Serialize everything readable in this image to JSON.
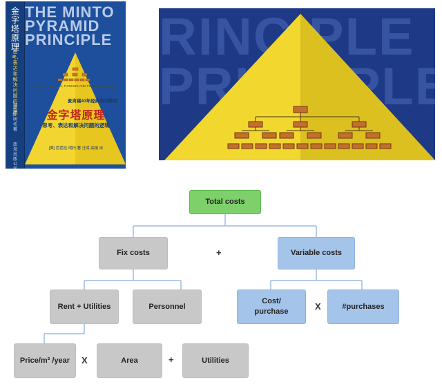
{
  "book": {
    "spine_title": "金字塔原理",
    "spine_subtitle": "思考、表达和解决问题的逻辑",
    "spine_author": "芭芭拉·明托 著",
    "spine_publisher": "南海出版公司",
    "cover_english": [
      "THE MINTO",
      "PYRAMID",
      "PRINCIPLE"
    ],
    "cover_top_label": "麦肯锡40年经典培训教材",
    "cover_tagline": "LOGIC IN WRITING, THINKING AND PROBLEM SOLVING",
    "cover_title_cn": "金字塔原理",
    "cover_subtitle_cn": "思考、表达和解决问题的逻辑",
    "cover_author_cn": "[美] 芭芭拉·明托 著  汪洱 高愉 译"
  },
  "illustration": {
    "background_text": [
      "RINCIPLE",
      "PRINCIPLE"
    ]
  },
  "diagram": {
    "root": "Total costs",
    "fix_costs": "Fix costs",
    "variable_costs": "Variable costs",
    "rent_utilities": "Rent + Utilities",
    "personnel": "Personnel",
    "cost_purchase": "Cost/ purchase",
    "purchases": "#purchases",
    "price": "Price/m² /year",
    "area": "Area",
    "utilities": "Utilities",
    "op_plus_1": "+",
    "op_x_1": "X",
    "op_x_2": "X",
    "op_plus_2": "+"
  },
  "colors": {
    "root": "#7ed06a",
    "fixed_branch": "#c8c8c8",
    "variable_branch": "#a5c4ea",
    "connector": "#9bbbe0"
  }
}
